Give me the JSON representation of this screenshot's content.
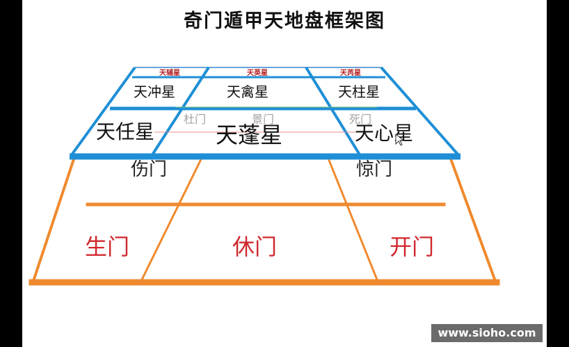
{
  "title": "奇门遁甲天地盘框架图",
  "colors": {
    "sky_frame": "#1e8fd6",
    "earth_frame": "#ef8a2e",
    "star_text": "#111111",
    "gate_text": "#d0282e",
    "small_label": "#b21e1e",
    "faint_gate": "#a0a0a0"
  },
  "sky_plate": {
    "top_row": [
      "天辅星",
      "天英星",
      "天芮星"
    ],
    "middle_row": [
      "天冲星",
      "天禽星",
      "天柱星"
    ],
    "bottom_row": [
      "天任星",
      "天蓬星",
      "天心星"
    ]
  },
  "sky_faint_gates": [
    "杜门",
    "景门",
    "死门"
  ],
  "earth_plate": {
    "partial_row": [
      "伤门",
      "惊门"
    ],
    "bottom_row": [
      "生门",
      "休门",
      "开门"
    ]
  },
  "watermark": "www.sioho.com"
}
